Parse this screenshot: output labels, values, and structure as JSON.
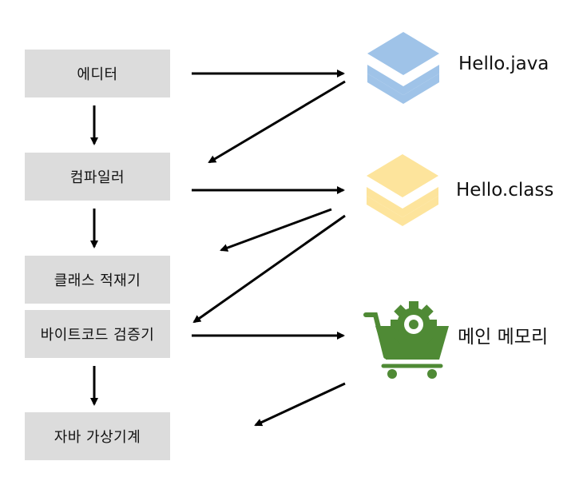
{
  "steps": [
    "에디터",
    "컴파일러",
    "클래스 적재기",
    "바이트코드 검증기",
    "자바 가상기계"
  ],
  "artifacts": {
    "source": {
      "label": "Hello.java",
      "icon": "stack-layers-icon",
      "color": "#9fc3e8"
    },
    "bytecode": {
      "label": "Hello.class",
      "icon": "stack-layers-icon",
      "color": "#fde49c"
    },
    "memory": {
      "label": "메인 메모리",
      "icon": "cart-gear-icon",
      "color": "#4f8a35"
    }
  }
}
